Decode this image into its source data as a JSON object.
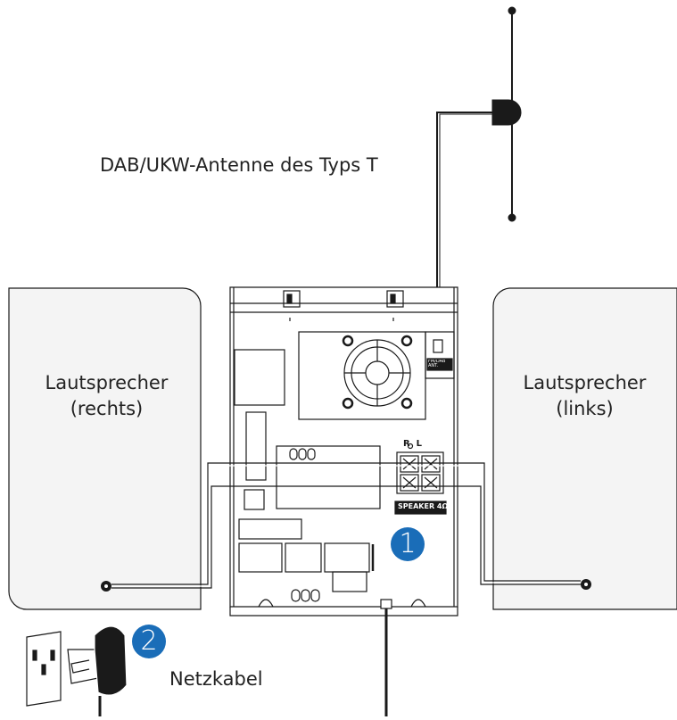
{
  "labels": {
    "antenna": "DAB/UKW-Antenne des Typs T",
    "speaker_right": [
      "Lautsprecher",
      "(rechts)"
    ],
    "speaker_left": [
      "Lautsprecher",
      "(links)"
    ],
    "power_cable": "Netzkabel",
    "jack_rl": "R  L",
    "speaker_plate": "SPEAKER 4Ω",
    "antenna_jack": "FM/DAB ANT."
  },
  "steps": [
    "1",
    "2"
  ],
  "colors": {
    "line": "#1a1a1a",
    "badge": "#1a6db8",
    "badge_text": "#ffffff",
    "panel_fill": "#f4f4f4"
  }
}
